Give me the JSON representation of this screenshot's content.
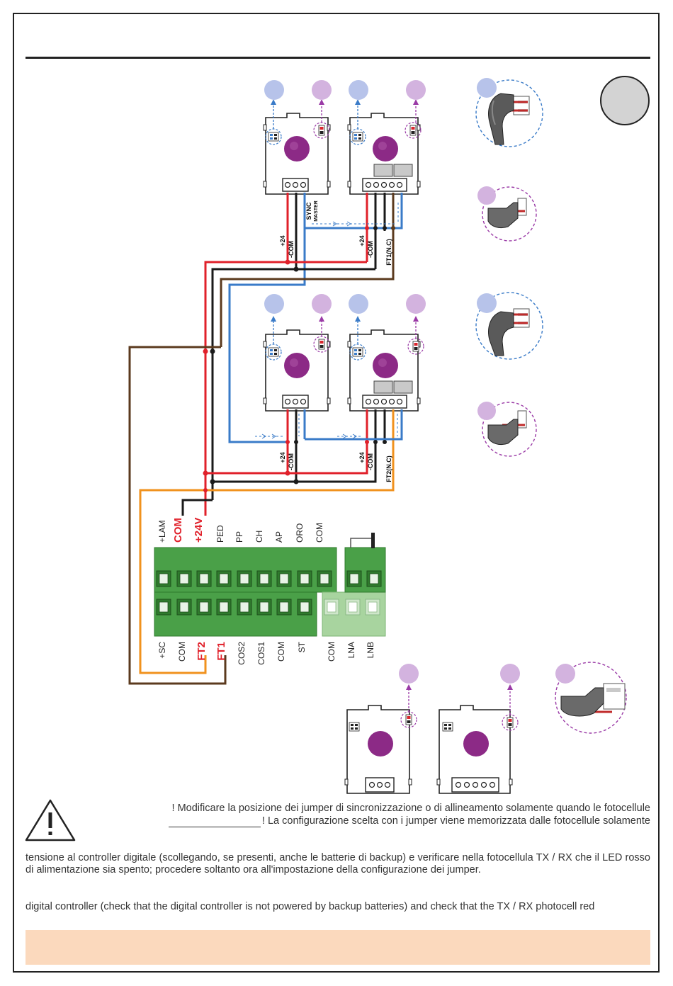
{
  "colors": {
    "red_wire": "#e0202a",
    "black_wire": "#1a1a1a",
    "blue_wire": "#3a7bc8",
    "brown_wire": "#5b3a1e",
    "orange_wire": "#f0921e",
    "terminal_green": "#4aa048",
    "terminal_light_green": "#a8d49f",
    "sync_blue": "#b7c3ea",
    "align_purple": "#d3b3df",
    "lens_purple": "#8c2a86",
    "footer_band": "#fbd9bd"
  },
  "wire_labels": {
    "plus24": "+24",
    "com": "-COM",
    "sync": "SYNC",
    "master": "MASTER",
    "ft1_nc": "FT1(N.C)",
    "ft2_nc": "FT2(N.C)"
  },
  "terminals": {
    "top_row": [
      "+LAM",
      "COM",
      "+24V",
      "PED",
      "PP",
      "CH",
      "AP",
      "ORO",
      "COM"
    ],
    "bottom_row": [
      "+SC",
      "COM",
      "FT2",
      "FT1",
      "COS2",
      "COS1",
      "COM",
      "ST",
      "COM",
      "LNA",
      "LNB"
    ]
  },
  "warning": {
    "icon": "warning-triangle-icon",
    "line1": "! Modificare la posizione dei jumper di sincronizzazione o di allineamento solamente quando le fotocellule",
    "line2": "! La configurazione scelta con i jumper viene memorizzata dalle fotocellule solamente"
  },
  "paragraph_it": "tensione al controller digitale (scollegando, se presenti, anche le batterie di backup) e verificare nella fotocellula TX / RX che il LED rosso di alimentazione sia spento; procedere soltanto ora all'impostazione della configurazione dei jumper.",
  "paragraph_en": "digital controller (check that the digital controller is not powered by backup batteries) and check that the TX / RX photocell red"
}
